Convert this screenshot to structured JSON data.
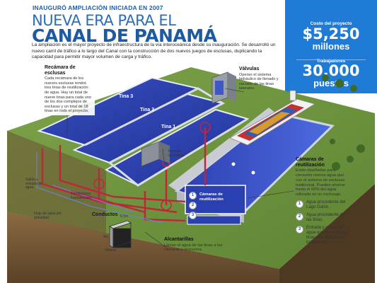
{
  "header": {
    "kicker": "INAUGURÓ AMPLIACIÓN INICIADA EN 2007",
    "title_line1": "NUEVA ERA PARA EL",
    "title_line2": "CANAL DE PANAMÁ",
    "lead": "La ampliación es el mayor proyecto de infraestructura de la vía interoceánica desde su inauguración. Se desarrolló un nuevo carril de tráfico a lo largo del Canal con la construcción de dos nuevos juegos de esclusas, duplicando la capacidad para permitir mayor volumen de carga y tráfico."
  },
  "stats": {
    "cost_label": "Costo del proyecto",
    "cost_value": "$5,250",
    "cost_unit": "millones",
    "jobs_label": "Trabajadores",
    "jobs_value": "30,000",
    "jobs_unit": "puestos"
  },
  "notes": {
    "recamara": {
      "title": "Recámara de esclusas",
      "text": "Cada recámara de los nuevos esclusas tendrá tres tinas de reutilización de agua. Hay un total de nueve tinas para cada uno de los dos complejos de esclusas y un total de 18 tinas en todo el proyecto."
    },
    "valvulas": {
      "title": "Válvulas",
      "text": "Operan el sistema hidráulico de llenado y vaciado de las tinas laterales."
    },
    "camaras": {
      "title": "Cámaras de reutilización",
      "text": "Están diseñadas para consumir menos agua que con el sistema de esclusas tradicional. Pueden ahorrar hasta el 60% del agua utilizada en un esclusaje."
    },
    "conductos": {
      "title": "Conductos"
    },
    "alcantarillas": {
      "title": "Alcantarillas",
      "text": "Llevan el agua de las tinas a las cámaras y viceversa."
    }
  },
  "legend": [
    {
      "n": "1",
      "text": "Agua procedente del Lago Gatún."
    },
    {
      "n": "2",
      "text": "Agua procedente de las tinas."
    },
    {
      "n": "3",
      "text": "Entrada y salida del agua que viene de las tinas y la alcantarilla transversal."
    }
  ],
  "diagram": {
    "tina1": "Tina 1",
    "tina2": "Tina 2",
    "tina3": "Tina 3",
    "puertas": "Puertas corredizas",
    "camaras_label": "Cámaras de reutilización",
    "salida": "Salida y entrada de agua",
    "conductores": "Conductores transversales",
    "flujo": "Flujo de agua por gravedad",
    "dim_width": "6.5m",
    "dim_height": "9m",
    "dim_len": "Helena"
  },
  "colors": {
    "accent": "#1f7bd6",
    "title": "#1e5aa0",
    "water": "#2a3fb0",
    "pipe": "#c0263a"
  }
}
